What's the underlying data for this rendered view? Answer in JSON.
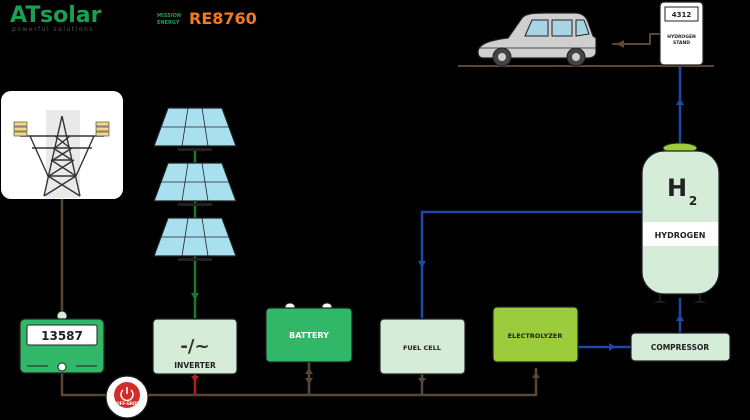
{
  "header": {
    "brand_at": "AT",
    "brand_solar": "solar",
    "brand_tagline": "powerful solutions",
    "brand2_line1": "RE8760",
    "brand2_small1": "MISSION",
    "brand2_small2": "ENERGY"
  },
  "meter": {
    "reading": "13587"
  },
  "inverter": {
    "symbol": "-/~",
    "label": "INVERTER"
  },
  "battery": {
    "label": "BATTERY"
  },
  "fuel_cell": {
    "label": "FUEL CELL"
  },
  "electrolyzer": {
    "label": "ELECTROLYZER"
  },
  "compressor": {
    "label": "COMPRESSOR"
  },
  "tank": {
    "formula": "H",
    "subscript": "2",
    "label": "HYDROGEN"
  },
  "station": {
    "reading": "4312",
    "label_line1": "HYDROGEN",
    "label_line2": "STAND"
  },
  "switch": {
    "label": "OFF-GRID"
  },
  "colors": {
    "green_box": "#31b768",
    "pale_box": "#d5ecd8",
    "lime": "#9ccc3c",
    "blue_line": "#1f47a6",
    "brown_line": "#5a4635",
    "panel": "#a8e0f0",
    "red": "#d42b2b",
    "brand_green": "#1b9f52",
    "brand_orange": "#f07a22"
  }
}
